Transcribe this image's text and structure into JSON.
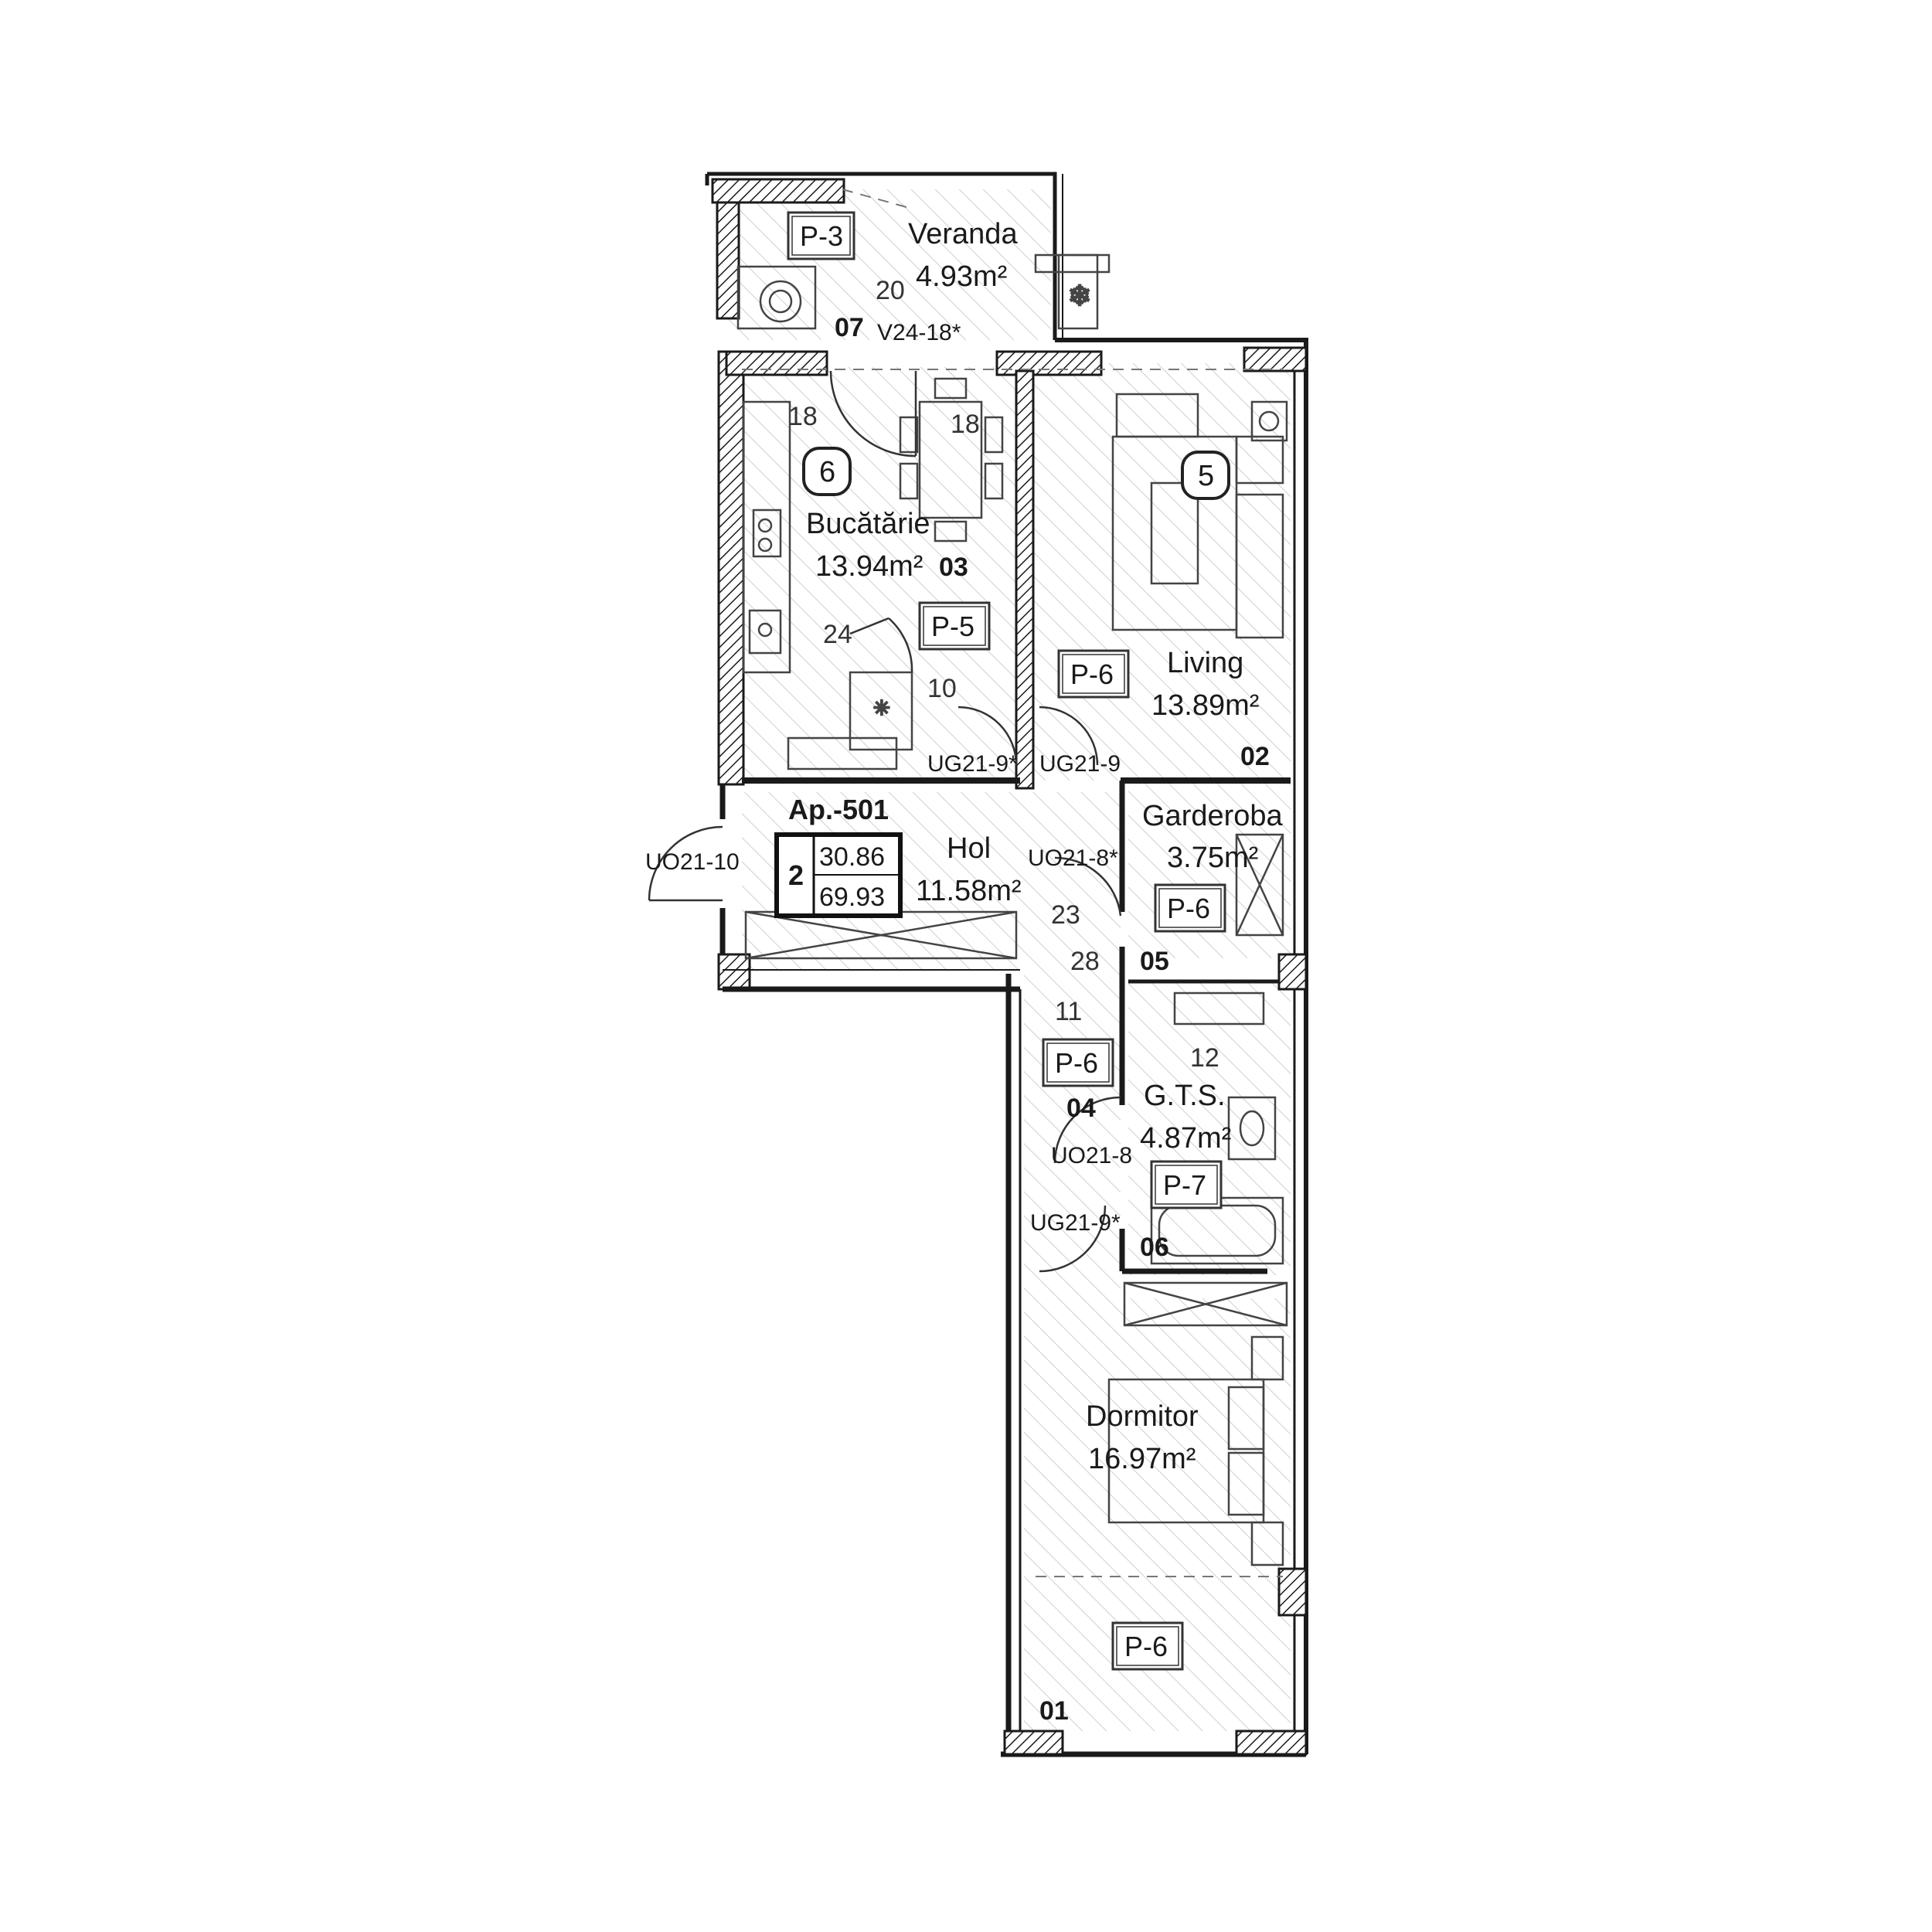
{
  "apartment": {
    "label": "Ap.-501",
    "rooms": "2",
    "value_top": "30.86",
    "value_bottom": "69.93"
  },
  "rooms": [
    {
      "id": "veranda",
      "name": "Veranda",
      "area": "4.93m²",
      "code": "07"
    },
    {
      "id": "bucatarie",
      "name": "Bucătărie",
      "area": "13.94m²",
      "code": "03"
    },
    {
      "id": "living",
      "name": "Living",
      "area": "13.89m²",
      "code": "02"
    },
    {
      "id": "hol",
      "name": "Hol",
      "area": "11.58m²",
      "code": "04"
    },
    {
      "id": "garderoba",
      "name": "Garderoba",
      "area": "3.75m²",
      "code": "05"
    },
    {
      "id": "gts",
      "name": "G.T.S.",
      "area": "4.87m²",
      "code": "06"
    },
    {
      "id": "dormitor",
      "name": "Dormitor",
      "area": "16.97m²",
      "code": "01"
    }
  ],
  "finish_tags": [
    "P-3",
    "P-5",
    "P-6",
    "P-6",
    "P-6",
    "P-7",
    "P-6"
  ],
  "circled_numbers": [
    "6",
    "5"
  ],
  "doors": [
    "V24-18*",
    "UG21-9*",
    "UG21-9",
    "UO21-10",
    "UO21-8*",
    "UO21-8",
    "UG21-9*"
  ],
  "callouts": [
    "20",
    "18",
    "18",
    "24",
    "10",
    "23",
    "28",
    "11",
    "12"
  ],
  "colors": {
    "wall": "#1a1a1a",
    "hatch": "#c8c8c8",
    "line": "#444444"
  }
}
